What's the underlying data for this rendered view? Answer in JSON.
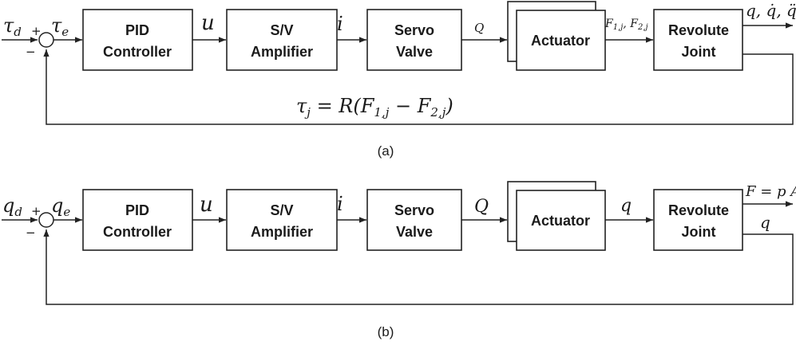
{
  "diagram_a": {
    "blocks": {
      "pid": [
        "PID",
        "Controller"
      ],
      "amp": [
        "S/V",
        "Amplifier"
      ],
      "valve": [
        "Servo",
        "Valve"
      ],
      "actuator": "Actuator",
      "joint": [
        "Revolute",
        "Joint"
      ]
    },
    "signals": {
      "input": "τ",
      "input_sub": "d",
      "error": "τ",
      "error_sub": "e",
      "control": "u",
      "current": "i",
      "flow": "Q",
      "forces": "F",
      "forces_sub1": "1,j",
      "forces_sep": ", F",
      "forces_sub2": "2,j",
      "outputs": "q, q̇, q̈"
    },
    "sum_plus": "+",
    "sum_minus": "−",
    "feedback": {
      "lhs": "τ",
      "lhs_sub": "j",
      "eq": " = R(F",
      "s1": "1,j",
      "mid": " − F",
      "s2": "2,j",
      "end": ")"
    },
    "caption": "(a)"
  },
  "diagram_b": {
    "blocks": {
      "pid": [
        "PID",
        "Controller"
      ],
      "amp": [
        "S/V",
        "Amplifier"
      ],
      "valve": [
        "Servo",
        "Valve"
      ],
      "actuator": "Actuator",
      "joint": [
        "Revolute",
        "Joint"
      ]
    },
    "signals": {
      "input": "q",
      "input_sub": "d",
      "error": "q",
      "error_sub": "e",
      "control": "u",
      "current": "i",
      "flow": "Q",
      "position": "q",
      "force_out": "F = p A",
      "feedback_out": "q"
    },
    "sum_plus": "+",
    "sum_minus": "−",
    "caption": "(b)"
  }
}
